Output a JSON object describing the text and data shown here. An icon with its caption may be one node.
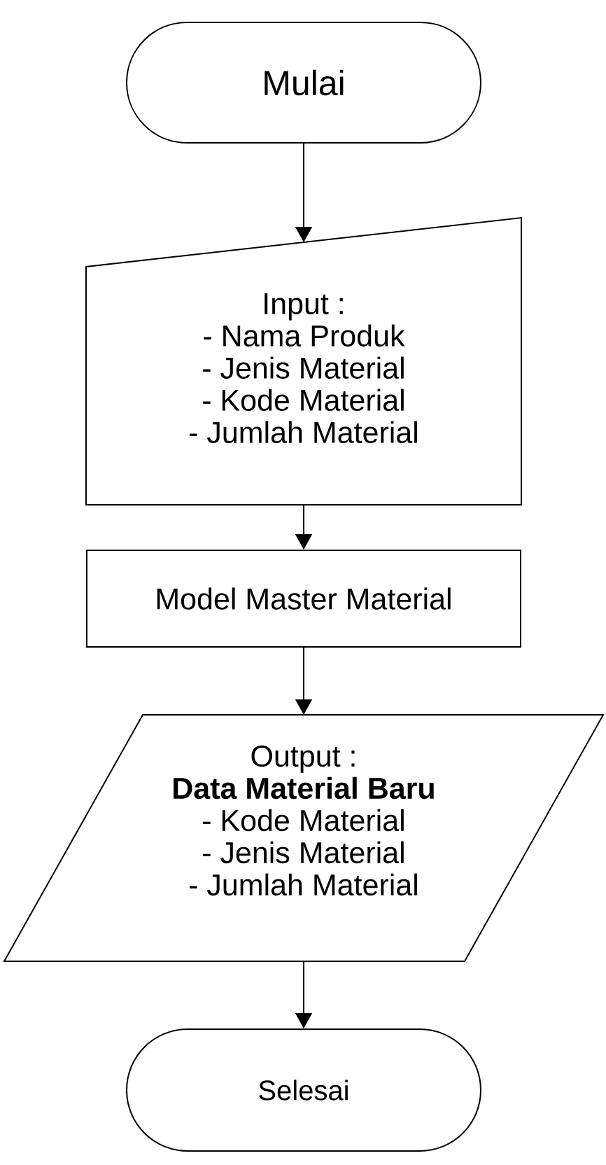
{
  "diagram": {
    "nodes": [
      {
        "text": [
          "Mulai"
        ]
      },
      {
        "text": [
          "Input :",
          "- Nama Produk",
          "- Jenis Material",
          "- Kode Material",
          "- Jumlah Material"
        ]
      },
      {
        "text": [
          "Model Master Material"
        ]
      },
      {
        "text": [
          "Output :",
          "Data Material Baru",
          "- Kode Material",
          "- Jenis Material",
          "- Jumlah Material"
        ]
      },
      {
        "text": [
          "Selesai"
        ]
      }
    ],
    "edges": [
      {
        "from": 0,
        "to": 1,
        "arrow": "to"
      },
      {
        "from": 1,
        "to": 2,
        "arrow": "to"
      },
      {
        "from": 2,
        "to": 3,
        "arrow": "to"
      },
      {
        "from": 3,
        "to": 4,
        "arrow": "to"
      }
    ]
  }
}
